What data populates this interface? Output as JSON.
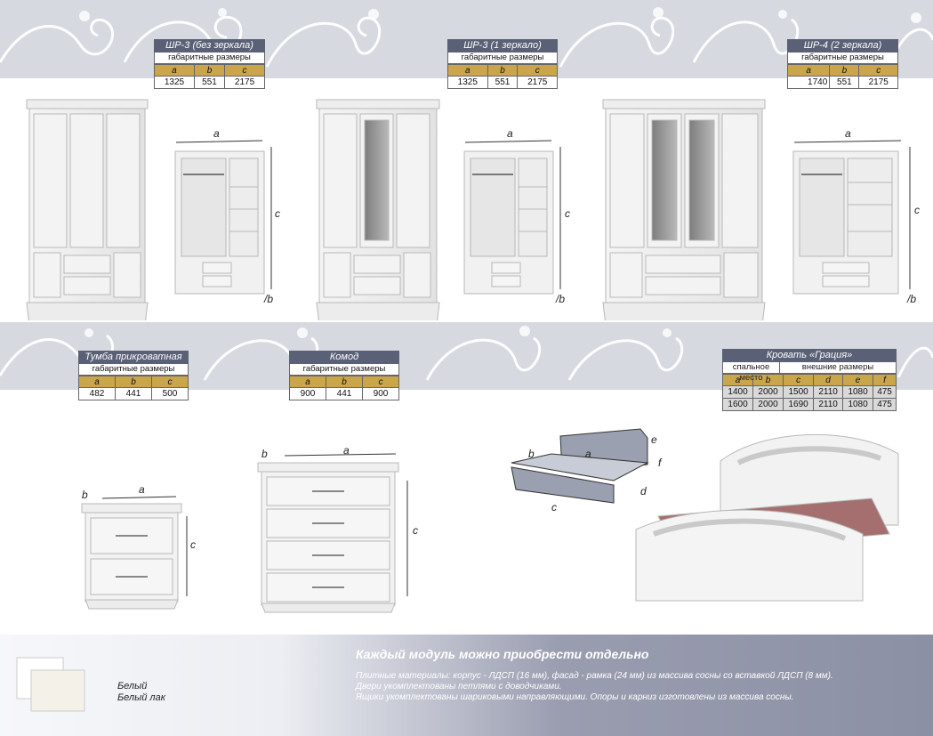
{
  "top_specs": [
    {
      "title": "ШР-3 (без зеркала)",
      "sub": "габаритные размеры",
      "cols": [
        "a",
        "b",
        "c"
      ],
      "vals": [
        "1325",
        "551",
        "2175"
      ]
    },
    {
      "title": "ШР-3 (1 зеркало)",
      "sub": "габаритные размеры",
      "cols": [
        "a",
        "b",
        "c"
      ],
      "vals": [
        "1325",
        "551",
        "2175"
      ]
    },
    {
      "title": "ШР-4 (2 зеркала)",
      "sub": "габаритные размеры",
      "cols": [
        "a",
        "b",
        "c"
      ],
      "vals": [
        "1740",
        "551",
        "2175"
      ]
    }
  ],
  "mid_specs": [
    {
      "title": "Тумба прикроватная",
      "sub": "габаритные размеры",
      "cols": [
        "a",
        "b",
        "c"
      ],
      "vals": [
        "482",
        "441",
        "500"
      ]
    },
    {
      "title": "Комод",
      "sub": "габаритные размеры",
      "cols": [
        "a",
        "b",
        "c"
      ],
      "vals": [
        "900",
        "441",
        "900"
      ]
    }
  ],
  "bed_spec": {
    "title": "Кровать «Грация»",
    "sub_left": "спальное место",
    "sub_right": "внешние размеры",
    "cols": [
      "a",
      "b",
      "c",
      "d",
      "e",
      "f"
    ],
    "rows": [
      [
        "1400",
        "2000",
        "1500",
        "2110",
        "1080",
        "475"
      ],
      [
        "1600",
        "2000",
        "1690",
        "2110",
        "1080",
        "475"
      ]
    ]
  },
  "dims": {
    "a": "a",
    "b": "b",
    "c": "c",
    "d": "d",
    "e": "e",
    "f": "f",
    "slash_b": "/b"
  },
  "footer": {
    "headline": "Каждый модуль можно приобрести отдельно",
    "lines": [
      "Плитные материалы: корпус - ЛДСП (16 мм), фасад - рамка (24 мм) из массива сосны со вставкой ЛДСП (8 мм).",
      "Двери укомплектованы петлями с доводчиками.",
      "Ящики укомплектованы шариковыми направляющими. Опоры и карниз изготовлены из массива сосны."
    ],
    "colors": [
      "Белый",
      "Белый лак"
    ]
  }
}
